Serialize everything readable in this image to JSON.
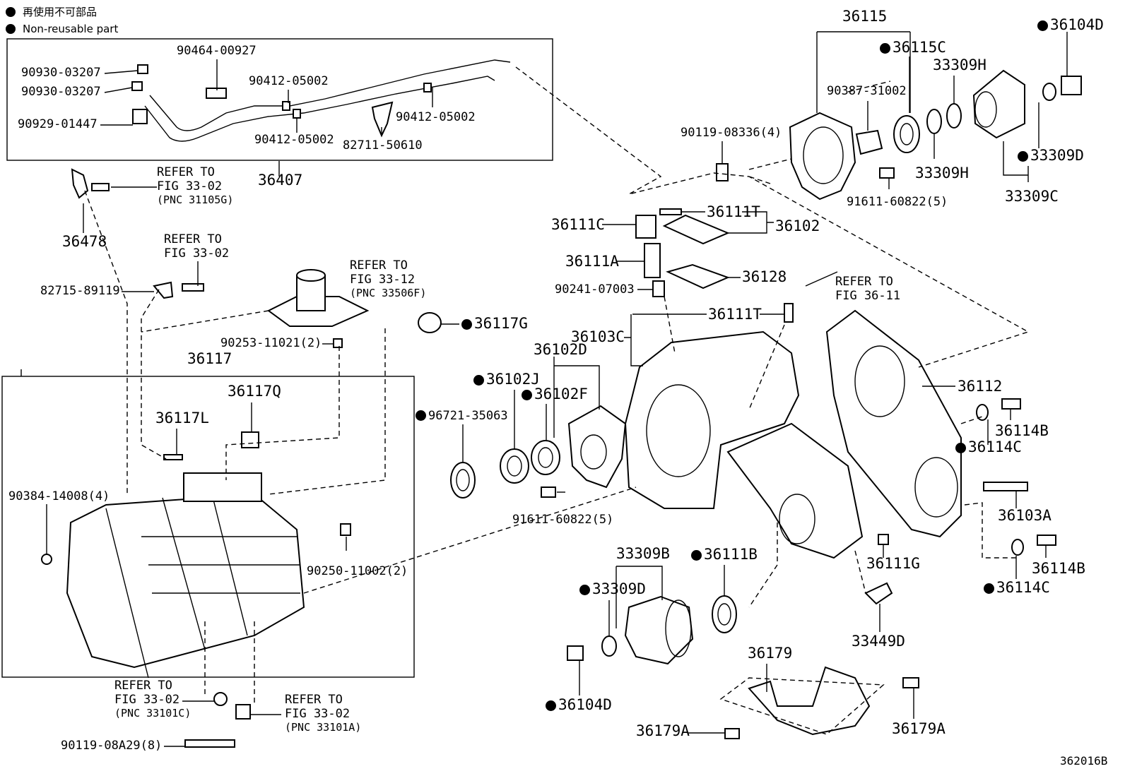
{
  "legend": {
    "jp_text": "再使用不可部品",
    "en_text": "Non-reusable part"
  },
  "figure_code": "362016B",
  "labels": {
    "p90464_00927": "90464-00927",
    "p90930_03207_a": "90930-03207",
    "p90930_03207_b": "90930-03207",
    "p90929_01447": "90929-01447",
    "p90412_05002_a": "90412-05002",
    "p90412_05002_b": "90412-05002",
    "p90412_05002_c": "90412-05002",
    "p82711_50610": "82711-50610",
    "p36407": "36407",
    "p36478": "36478",
    "p82715_89119": "82715-89119",
    "p90253_11021": "90253-11021(2)",
    "p36117": "36117",
    "p36117q": "36117Q",
    "p36117l": "36117L",
    "p90384_14008": "90384-14008(4)",
    "p90250_11002": "90250-11002(2)",
    "p90119_08a29": "90119-08A29(8)",
    "p36117g": "36117G",
    "p96721_35063": "96721-35063",
    "p36102j": "36102J",
    "p36102d": "36102D",
    "p36102f": "36102F",
    "p91611_60822_a": "91611-60822(5)",
    "p36115": "36115",
    "p36115c": "36115C",
    "p90387_31002": "90387-31002",
    "p33309h_a": "33309H",
    "p33309h_b": "33309H",
    "p36104d_a": "36104D",
    "p33309d_a": "33309D",
    "p33309c": "33309C",
    "p91611_60822_b": "91611-60822(5)",
    "p90119_08336": "90119-08336(4)",
    "p36111t_a": "36111T",
    "p36102": "36102",
    "p36111c": "36111C",
    "p36111a": "36111A",
    "p90241_07003": "90241-07003",
    "p36128": "36128",
    "p36111t_b": "36111T",
    "p36103c": "36103C",
    "p36112": "36112",
    "p36114b_a": "36114B",
    "p36114c_a": "36114C",
    "p36103a": "36103A",
    "p36114b_b": "36114B",
    "p36114c_b": "36114C",
    "p36111g": "36111G",
    "p33449d": "33449D",
    "p33309b": "33309B",
    "p36111b": "36111B",
    "p33309d_b": "33309D",
    "p36104d_b": "36104D",
    "p36179": "36179",
    "p36179a_a": "36179A",
    "p36179a_b": "36179A"
  },
  "refer": {
    "r1_line1": "REFER TO",
    "r1_line2": "FIG 33-02",
    "r1_line3": "(PNC 31105G)",
    "r2_line1": "REFER TO",
    "r2_line2": "FIG 33-02",
    "r3_line1": "REFER TO",
    "r3_line2": "FIG 33-12",
    "r3_line3": "(PNC 33506F)",
    "r4_line1": "REFER TO",
    "r4_line2": "FIG 36-11",
    "r5_line1": "REFER TO",
    "r5_line2": "FIG 33-02",
    "r5_line3": "(PNC 33101C)",
    "r6_line1": "REFER TO",
    "r6_line2": "FIG 33-02",
    "r6_line3": "(PNC 33101A)"
  }
}
